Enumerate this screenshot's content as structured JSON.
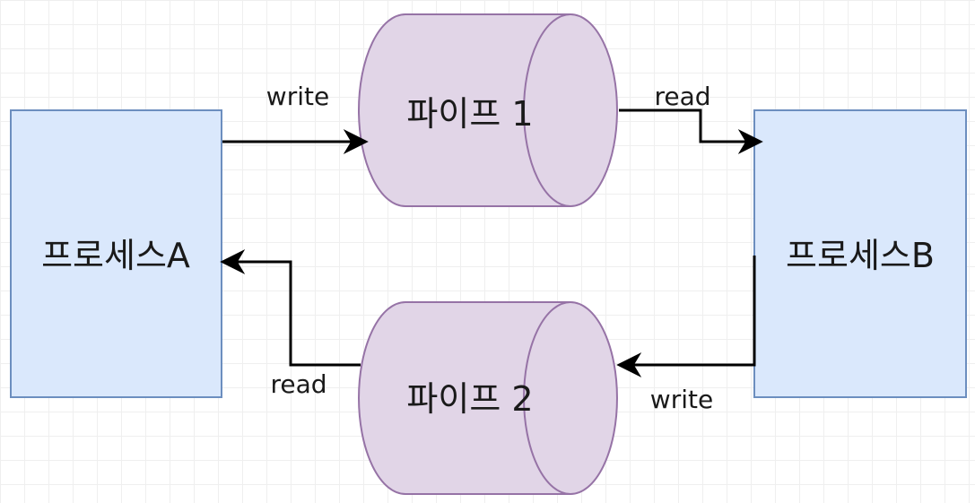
{
  "colors": {
    "process_fill": "#dae8fc",
    "process_stroke": "#6c8ebf",
    "pipe_fill": "#e1d5e7",
    "pipe_stroke": "#9673a6",
    "edge": "#000000"
  },
  "nodes": {
    "process_a": {
      "label": "프로세스A"
    },
    "process_b": {
      "label": "프로세스B"
    },
    "pipe_1": {
      "label": "파이프 1"
    },
    "pipe_2": {
      "label": "파이프 2"
    }
  },
  "edges": {
    "a_to_pipe1": {
      "label": "write"
    },
    "pipe1_to_b": {
      "label": "read"
    },
    "b_to_pipe2": {
      "label": "write"
    },
    "pipe2_to_a": {
      "label": "read"
    }
  }
}
